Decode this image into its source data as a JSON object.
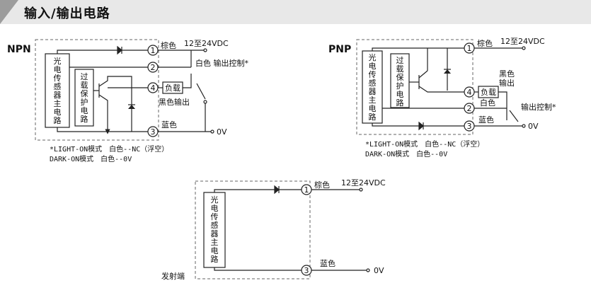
{
  "header": {
    "title": "输入/输出电路"
  },
  "npn": {
    "type_label": "NPN",
    "sensor_main": "光电传感器主电路",
    "overload": "过载保护电路",
    "pins": [
      "1",
      "2",
      "4",
      "3"
    ],
    "brown": "棕色",
    "supply": "12至24VDC",
    "white_ctrl": "白色 输出控制*",
    "load": "负载",
    "black_out": "黑色输出",
    "blue": "蓝色",
    "zero_v": "0V",
    "note1": "*LIGHT-ON模式　白色--NC（浮空）",
    "note2": "DARK-ON模式　白色--0V"
  },
  "pnp": {
    "type_label": "PNP",
    "sensor_main": "光电传感器主电路",
    "overload": "过载保护电路",
    "pins": [
      "1",
      "4",
      "2",
      "3"
    ],
    "brown": "棕色",
    "supply": "12至24VDC",
    "black_out_1": "黑色",
    "black_out_2": "输出",
    "load": "负载",
    "white": "白色",
    "ctrl": "输出控制*",
    "blue": "蓝色",
    "zero_v": "0V",
    "note1": "*LIGHT-ON模式　白色--NC（浮空）",
    "note2": "DARK-ON模式　白色--0V"
  },
  "emitter": {
    "sensor_main": "光电传感器主电路",
    "label": "发射端",
    "pins": [
      "1",
      "3"
    ],
    "brown": "棕色",
    "supply": "12至24VDC",
    "blue": "蓝色",
    "zero_v": "0V"
  }
}
